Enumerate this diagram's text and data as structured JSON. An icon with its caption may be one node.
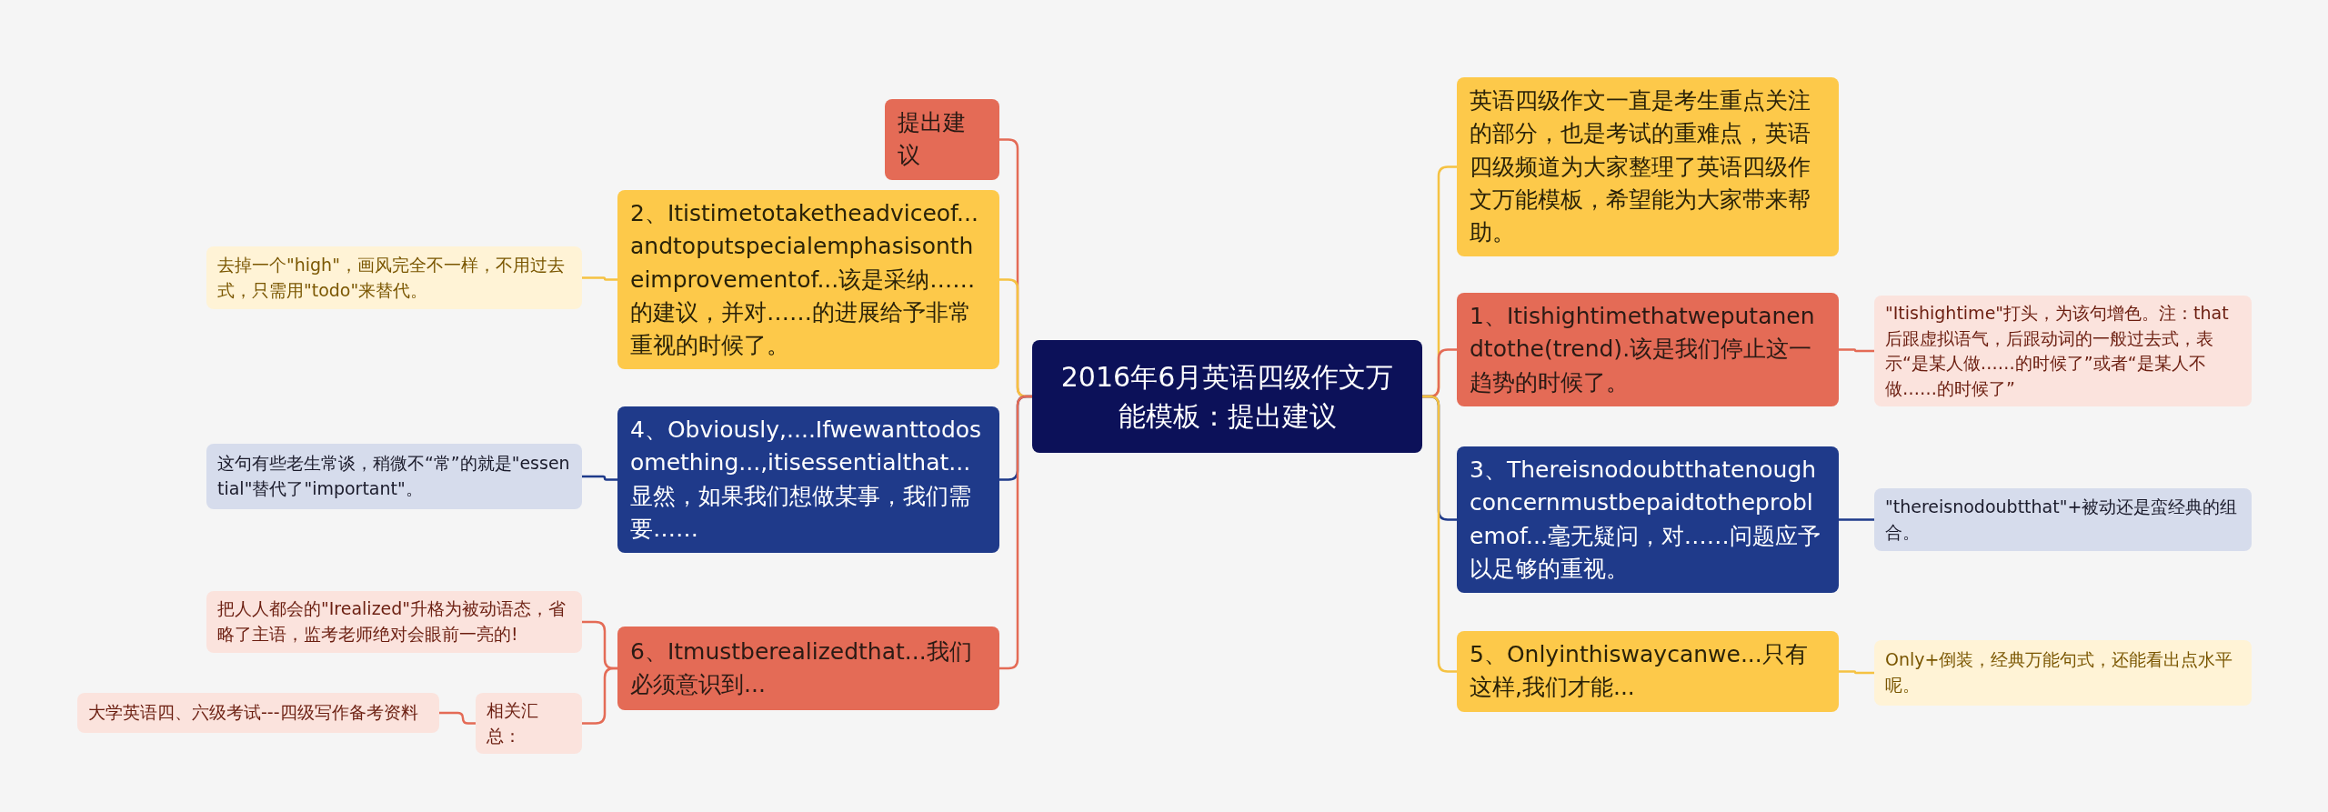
{
  "diagram": {
    "nodes": [
      {
        "text": [
          "2016年6月英语四级作文万能模板：提出建议"
        ]
      },
      {
        "text": [
          "提出建议"
        ]
      },
      {
        "text": [
          "2、Itistimetotaketheadviceof...andtoputspecialemphasisontheimprovementof...该是采纳……的建议，并对……的进展给予非常重视的时候了。"
        ]
      },
      {
        "text": [
          "去掉一个\"high\"，画风完全不一样，不用过去式，只需用\"todo\"来替代。"
        ]
      },
      {
        "text": [
          "4、Obviously,....Ifwewanttodosomething...,itisessentialthat...显然，如果我们想做某事，我们需要……"
        ]
      },
      {
        "text": [
          "这句有些老生常谈，稍微不“常”的就是\"essential\"替代了\"important\"。"
        ]
      },
      {
        "text": [
          "6、Itmustberealizedthat...我们必须意识到..."
        ]
      },
      {
        "text": [
          "把人人都会的\"Irealized\"升格为被动语态，省略了主语，监考老师绝对会眼前一亮的!"
        ]
      },
      {
        "text": [
          "相关汇总："
        ]
      },
      {
        "text": [
          "大学英语四、六级考试---四级写作备考资料"
        ]
      },
      {
        "text": [
          "英语四级作文一直是考生重点关注的部分，也是考试的重难点，英语四级频道为大家整理了英语四级作文万能模板，希望能为大家带来帮助。"
        ]
      },
      {
        "text": [
          "1、Itishightimethatweputanendtothe(trend).该是我们停止这一趋势的时候了。"
        ]
      },
      {
        "text": [
          "\"Itishightime\"打头，为该句增色。注：that后跟虚拟语气，后跟动词的一般过去式，表示“是某人做……的时候了”或者“是某人不做……的时候了”"
        ]
      },
      {
        "text": [
          "3、Thereisnodoubtthatenoughconcernmustbepaidtotheproblemof...毫无疑问，对……问题应予以足够的重视。"
        ]
      },
      {
        "text": [
          "\"thereisnodoubtthat\"+被动还是蛮经典的组合。"
        ]
      },
      {
        "text": [
          "5、Onlyinthiswaycanwe...只有这样,我们才能..."
        ]
      },
      {
        "text": [
          "Only+倒装，经典万能句式，还能看出点水平呢。"
        ]
      }
    ],
    "edges": [
      {
        "from": 0,
        "to": 1,
        "arrow": "none"
      },
      {
        "from": 0,
        "to": 2,
        "arrow": "none",
        "color": "#f5c242"
      },
      {
        "from": 0,
        "to": 4,
        "arrow": "none",
        "color": "#1e3a8a"
      },
      {
        "from": 0,
        "to": 6,
        "arrow": "none"
      },
      {
        "from": 0,
        "to": 10,
        "arrow": "none",
        "color": "#f5c242"
      },
      {
        "from": 0,
        "to": 11,
        "arrow": "none"
      },
      {
        "from": 0,
        "to": 13,
        "arrow": "none",
        "color": "#1e3a8a"
      },
      {
        "from": 0,
        "to": 15,
        "arrow": "none",
        "color": "#f5c242"
      },
      {
        "from": 2,
        "to": 3,
        "arrow": "none",
        "color": "#f5c242"
      },
      {
        "from": 4,
        "to": 5,
        "arrow": "none",
        "color": "#1e3a8a"
      },
      {
        "from": 6,
        "to": 7,
        "arrow": "none"
      },
      {
        "from": 6,
        "to": 8,
        "arrow": "none"
      },
      {
        "from": 8,
        "to": 9,
        "arrow": "none"
      },
      {
        "from": 11,
        "to": 12,
        "arrow": "none"
      },
      {
        "from": 13,
        "to": 14,
        "arrow": "none",
        "color": "#1e3a8a"
      },
      {
        "from": 15,
        "to": 16,
        "arrow": "none",
        "color": "#f5c242"
      }
    ]
  }
}
